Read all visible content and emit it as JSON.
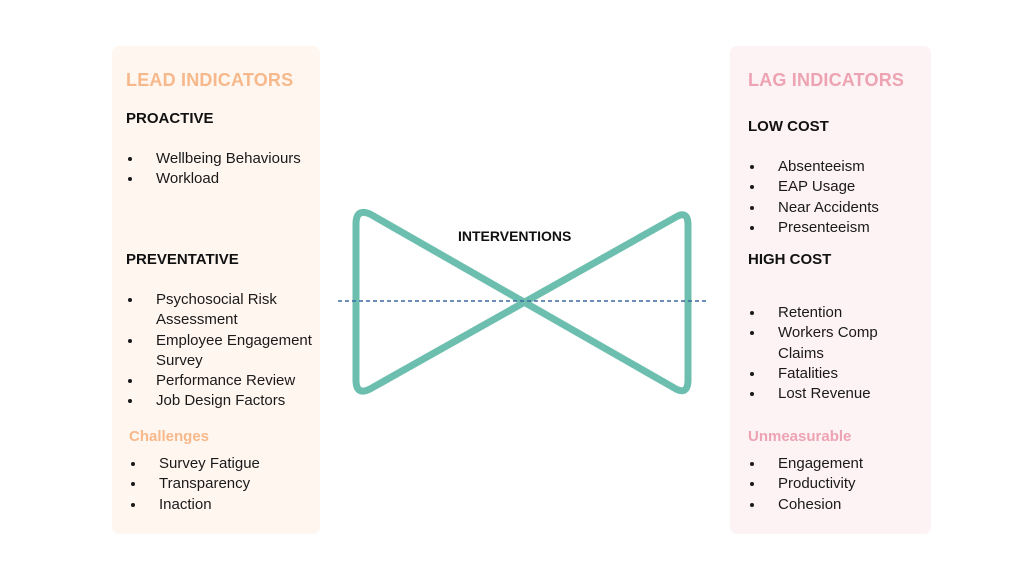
{
  "lead": {
    "title": "LEAD INDICATORS",
    "proactive": {
      "heading": "PROACTIVE",
      "items": [
        "Wellbeing Behaviours",
        "Workload"
      ]
    },
    "preventative": {
      "heading": "PREVENTATIVE",
      "items": [
        "Psychosocial Risk Assessment",
        "Employee Engagement Survey",
        "Performance Review",
        "Job Design Factors"
      ]
    },
    "challenges": {
      "heading": "Challenges",
      "items": [
        "Survey Fatigue",
        "Transparency",
        "Inaction"
      ]
    }
  },
  "center": {
    "label": "INTERVENTIONS"
  },
  "lag": {
    "title": "LAG INDICATORS",
    "low_cost": {
      "heading": "LOW COST",
      "items": [
        "Absenteeism",
        "EAP Usage",
        "Near Accidents",
        "Presenteeism"
      ]
    },
    "high_cost": {
      "heading": "HIGH COST",
      "items": [
        "Retention",
        "Workers Comp Claims",
        "Fatalities",
        "Lost Revenue"
      ]
    },
    "unmeasurable": {
      "heading": "Unmeasurable",
      "items": [
        "Engagement",
        "Productivity",
        "Cohesion"
      ]
    }
  },
  "colors": {
    "lead_accent": "#f7b98b",
    "lag_accent": "#eda3b1",
    "bowtie": "#6cbfae",
    "dashed_line": "#3b6aa0",
    "lead_bg": "#fff6f0",
    "lag_bg": "#fdf3f4"
  }
}
